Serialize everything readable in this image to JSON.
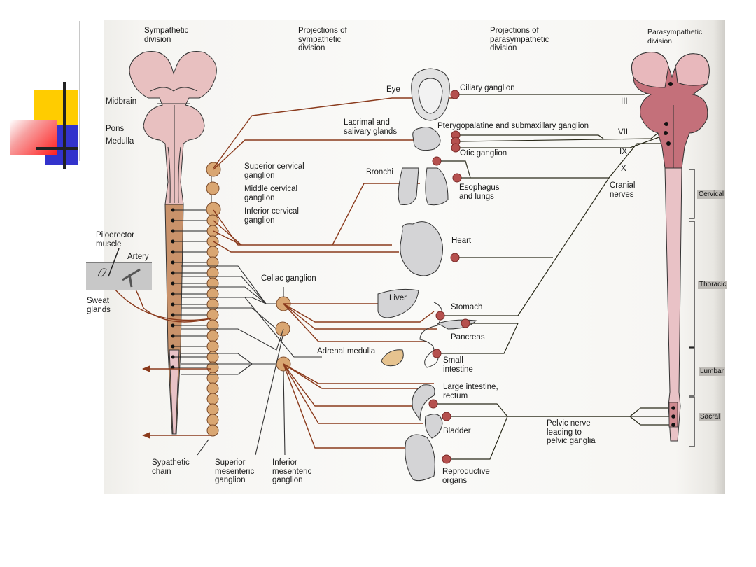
{
  "headers": {
    "sympathetic": "Sympathetic\ndivision",
    "proj_sympathetic": "Projections of\nsympathetic\ndivision",
    "proj_parasympathetic": "Projections of\nparasympathetic\ndivision",
    "parasympathetic": "Parasympathetic\ndivision"
  },
  "brain_labels": {
    "midbrain": "Midbrain",
    "pons": "Pons",
    "medulla": "Medulla"
  },
  "sympathetic_ganglia": {
    "superior_cervical": "Superior cervical\nganglion",
    "middle_cervical": "Middle cervical\nganglion",
    "inferior_cervical": "Inferior cervical\nganglion",
    "celiac": "Celiac ganglion",
    "superior_mesenteric": "Superior\nmesenteric\nganglion",
    "inferior_mesenteric": "Inferior\nmesenteric\nganglion",
    "chain": "Sypathetic\nchain"
  },
  "skin_inset": {
    "piloerector": "Piloerector\nmuscle",
    "artery": "Artery",
    "sweat": "Sweat\nglands"
  },
  "organs": {
    "eye": "Eye",
    "lacrimal": "Lacrimal and\nsalivary glands",
    "bronchi": "Bronchi",
    "esophagus": "Esophagus\nand lungs",
    "heart": "Heart",
    "liver": "Liver",
    "stomach": "Stomach",
    "pancreas": "Pancreas",
    "adrenal": "Adrenal medulla",
    "small_intestine": "Small\nintestine",
    "large_intestine": "Large intestine,\nrectum",
    "bladder": "Bladder",
    "reproductive": "Reproductive\norgans"
  },
  "parasympathetic_ganglia": {
    "ciliary": "Ciliary ganglion",
    "pterygopalatine": "Pterygopalatine and submaxillary ganglion",
    "otic": "Otic ganglion",
    "pelvic": "Pelvic nerve\nleading to\npelvic ganglia"
  },
  "cranial_nerves": {
    "III": "III",
    "VII": "VII",
    "IX": "IX",
    "X": "X",
    "label": "Cranial\nnerves"
  },
  "spinal_regions": {
    "cervical": "Cervical",
    "thoracic": "Thoracic",
    "lumbar": "Lumbar",
    "sacral": "Sacral"
  },
  "colors": {
    "sympathetic_fiber": "#8a3a1c",
    "parasympathetic_fiber": "#2a2a1a",
    "ganglion_tan": "#d9a672",
    "ganglion_red": "#b5504e",
    "brain_pink": "#e8b8b8",
    "brain_dark": "#b4606a"
  }
}
